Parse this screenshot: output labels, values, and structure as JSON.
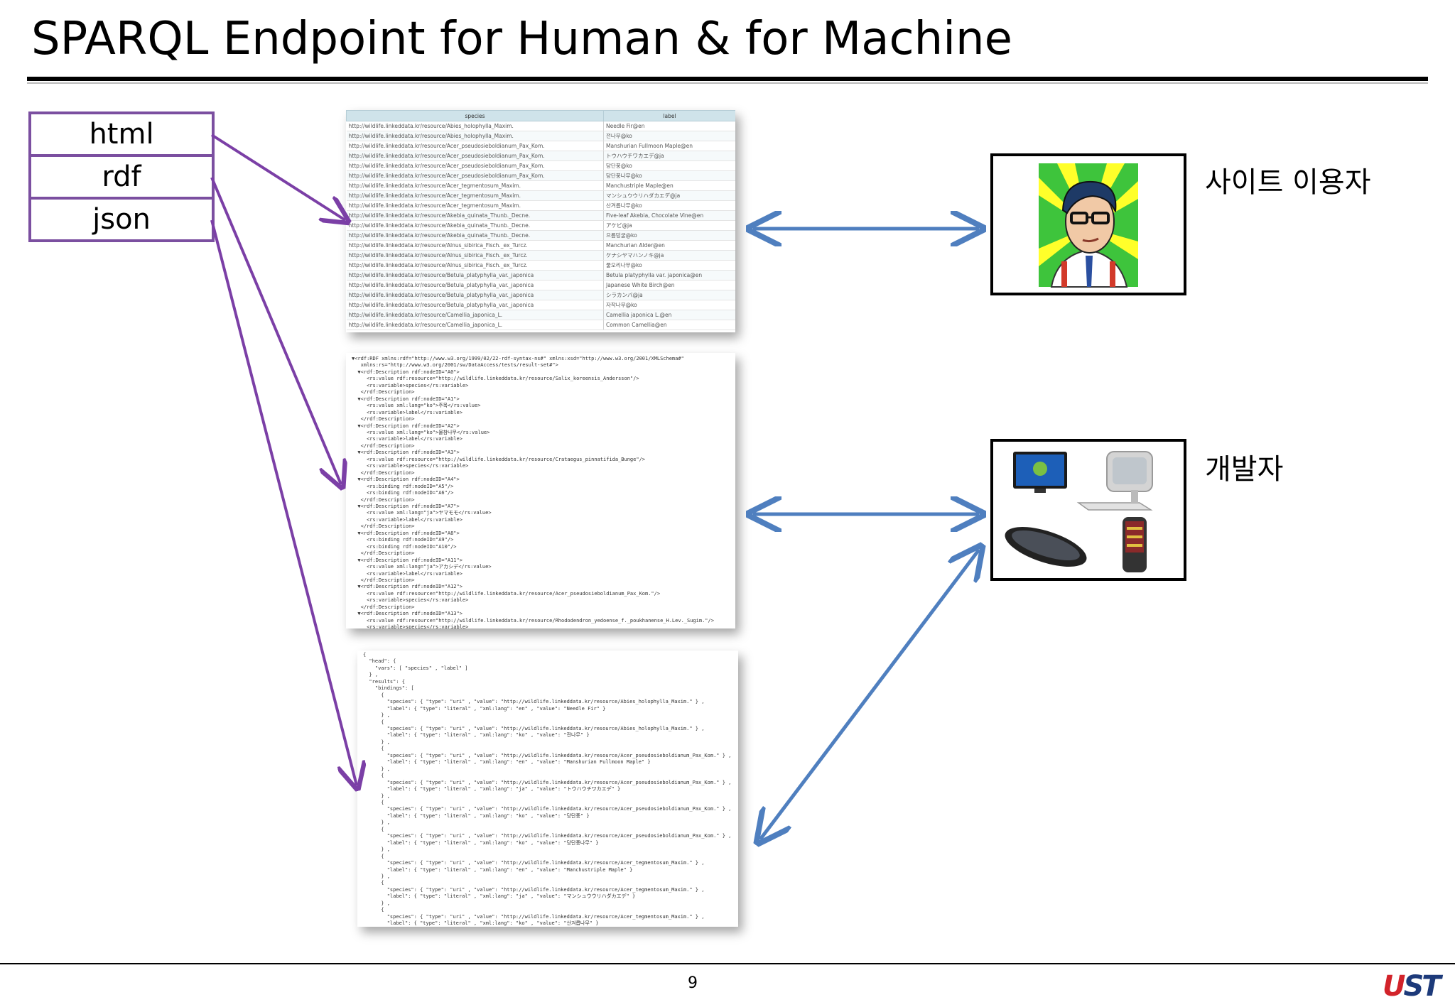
{
  "title": "SPARQL Endpoint for Human & for Machine",
  "formats": [
    "html",
    "rdf",
    "json"
  ],
  "html_table": {
    "headers": [
      "species",
      "label"
    ],
    "rows": [
      [
        "http://wildlife.linkeddata.kr/resource/Abies_holophylla_Maxim.",
        "Needle Fir@en"
      ],
      [
        "http://wildlife.linkeddata.kr/resource/Abies_holophylla_Maxim.",
        "전나무@ko"
      ],
      [
        "http://wildlife.linkeddata.kr/resource/Acer_pseudosieboldianum_Pax_Kom.",
        "Manshurian Fullmoon Maple@en"
      ],
      [
        "http://wildlife.linkeddata.kr/resource/Acer_pseudosieboldianum_Pax_Kom.",
        "トウハウチワカエデ@ja"
      ],
      [
        "http://wildlife.linkeddata.kr/resource/Acer_pseudosieboldianum_Pax_Kom.",
        "당단풍@ko"
      ],
      [
        "http://wildlife.linkeddata.kr/resource/Acer_pseudosieboldianum_Pax_Kom.",
        "당단풍나무@ko"
      ],
      [
        "http://wildlife.linkeddata.kr/resource/Acer_tegmentosum_Maxim.",
        "Manchustriple Maple@en"
      ],
      [
        "http://wildlife.linkeddata.kr/resource/Acer_tegmentosum_Maxim.",
        "マンシュウウリハダカエデ@ja"
      ],
      [
        "http://wildlife.linkeddata.kr/resource/Acer_tegmentosum_Maxim.",
        "산겨릅나무@ko"
      ],
      [
        "http://wildlife.linkeddata.kr/resource/Akebia_quinata_Thunb._Decne.",
        "Five-leaf Akebia, Chocolate Vine@en"
      ],
      [
        "http://wildlife.linkeddata.kr/resource/Akebia_quinata_Thunb._Decne.",
        "アケビ@ja"
      ],
      [
        "http://wildlife.linkeddata.kr/resource/Akebia_quinata_Thunb._Decne.",
        "으름덩굴@ko"
      ],
      [
        "http://wildlife.linkeddata.kr/resource/Alnus_sibirica_Fisch._ex_Turcz.",
        "Manchurian Alder@en"
      ],
      [
        "http://wildlife.linkeddata.kr/resource/Alnus_sibirica_Fisch._ex_Turcz.",
        "ケナシヤマハンノキ@ja"
      ],
      [
        "http://wildlife.linkeddata.kr/resource/Alnus_sibirica_Fisch._ex_Turcz.",
        "물오리나무@ko"
      ],
      [
        "http://wildlife.linkeddata.kr/resource/Betula_platyphylla_var._japonica",
        "Betula platyphylla var. japonica@en"
      ],
      [
        "http://wildlife.linkeddata.kr/resource/Betula_platyphylla_var._japonica",
        "Japanese White Birch@en"
      ],
      [
        "http://wildlife.linkeddata.kr/resource/Betula_platyphylla_var._japonica",
        "シラカンバ@ja"
      ],
      [
        "http://wildlife.linkeddata.kr/resource/Betula_platyphylla_var._japonica",
        "자작나무@ko"
      ],
      [
        "http://wildlife.linkeddata.kr/resource/Camellia_japonica_L.",
        "Camellia japonica L.@en"
      ],
      [
        "http://wildlife.linkeddata.kr/resource/Camellia_japonica_L.",
        "Common Camellia@en"
      ]
    ]
  },
  "rdf_code": "▼<rdf:RDF xmlns:rdf=\"http://www.w3.org/1999/02/22-rdf-syntax-ns#\" xmlns:xsd=\"http://www.w3.org/2001/XMLSchema#\"\n   xmlns:rs=\"http://www.w3.org/2001/sw/DataAccess/tests/result-set#\">\n  ▼<rdf:Description rdf:nodeID=\"A0\">\n     <rs:value rdf:resource=\"http://wildlife.linkeddata.kr/resource/Salix_koreensis_Andersson\"/>\n     <rs:variable>species</rs:variable>\n   </rdf:Description>\n  ▼<rdf:Description rdf:nodeID=\"A1\">\n     <rs:value xml:lang=\"ko\">주목</rs:value>\n     <rs:variable>label</rs:variable>\n   </rdf:Description>\n  ▼<rdf:Description rdf:nodeID=\"A2\">\n     <rs:value xml:lang=\"ko\">물참나무</rs:value>\n     <rs:variable>label</rs:variable>\n   </rdf:Description>\n  ▼<rdf:Description rdf:nodeID=\"A3\">\n     <rs:value rdf:resource=\"http://wildlife.linkeddata.kr/resource/Crataegus_pinnatifida_Bunge\"/>\n     <rs:variable>species</rs:variable>\n   </rdf:Description>\n  ▼<rdf:Description rdf:nodeID=\"A4\">\n     <rs:binding rdf:nodeID=\"A5\"/>\n     <rs:binding rdf:nodeID=\"A6\"/>\n   </rdf:Description>\n  ▼<rdf:Description rdf:nodeID=\"A7\">\n     <rs:value xml:lang=\"ja\">ヤマモモ</rs:value>\n     <rs:variable>label</rs:variable>\n   </rdf:Description>\n  ▼<rdf:Description rdf:nodeID=\"A8\">\n     <rs:binding rdf:nodeID=\"A9\"/>\n     <rs:binding rdf:nodeID=\"A10\"/>\n   </rdf:Description>\n  ▼<rdf:Description rdf:nodeID=\"A11\">\n     <rs:value xml:lang=\"ja\">アカシデ</rs:value>\n     <rs:variable>label</rs:variable>\n   </rdf:Description>\n  ▼<rdf:Description rdf:nodeID=\"A12\">\n     <rs:value rdf:resource=\"http://wildlife.linkeddata.kr/resource/Acer_pseudosieboldianum_Pax_Kom.\"/>\n     <rs:variable>species</rs:variable>\n   </rdf:Description>\n  ▼<rdf:Description rdf:nodeID=\"A13\">\n     <rs:value rdf:resource=\"http://wildlife.linkeddata.kr/resource/Rhododendron_yedoense_f._poukhanense_H.Lev._Sugim.\"/>\n     <rs:variable>species</rs:variable>",
  "json_code": "{\n  \"head\": {\n    \"vars\": [ \"species\" , \"label\" ]\n  } ,\n  \"results\": {\n    \"bindings\": [\n      {\n        \"species\": { \"type\": \"uri\" , \"value\": \"http://wildlife.linkeddata.kr/resource/Abies_holophylla_Maxim.\" } ,\n        \"label\": { \"type\": \"literal\" , \"xml:lang\": \"en\" , \"value\": \"Needle Fir\" }\n      } ,\n      {\n        \"species\": { \"type\": \"uri\" , \"value\": \"http://wildlife.linkeddata.kr/resource/Abies_holophylla_Maxim.\" } ,\n        \"label\": { \"type\": \"literal\" , \"xml:lang\": \"ko\" , \"value\": \"전나무\" }\n      } ,\n      {\n        \"species\": { \"type\": \"uri\" , \"value\": \"http://wildlife.linkeddata.kr/resource/Acer_pseudosieboldianum_Pax_Kom.\" } ,\n        \"label\": { \"type\": \"literal\" , \"xml:lang\": \"en\" , \"value\": \"Manshurian Fullmoon Maple\" }\n      } ,\n      {\n        \"species\": { \"type\": \"uri\" , \"value\": \"http://wildlife.linkeddata.kr/resource/Acer_pseudosieboldianum_Pax_Kom.\" } ,\n        \"label\": { \"type\": \"literal\" , \"xml:lang\": \"ja\" , \"value\": \"トウハウチワカエデ\" }\n      } ,\n      {\n        \"species\": { \"type\": \"uri\" , \"value\": \"http://wildlife.linkeddata.kr/resource/Acer_pseudosieboldianum_Pax_Kom.\" } ,\n        \"label\": { \"type\": \"literal\" , \"xml:lang\": \"ko\" , \"value\": \"당단풍\" }\n      } ,\n      {\n        \"species\": { \"type\": \"uri\" , \"value\": \"http://wildlife.linkeddata.kr/resource/Acer_pseudosieboldianum_Pax_Kom.\" } ,\n        \"label\": { \"type\": \"literal\" , \"xml:lang\": \"ko\" , \"value\": \"당단풍나무\" }\n      } ,\n      {\n        \"species\": { \"type\": \"uri\" , \"value\": \"http://wildlife.linkeddata.kr/resource/Acer_tegmentosum_Maxim.\" } ,\n        \"label\": { \"type\": \"literal\" , \"xml:lang\": \"en\" , \"value\": \"Manchustriple Maple\" }\n      } ,\n      {\n        \"species\": { \"type\": \"uri\" , \"value\": \"http://wildlife.linkeddata.kr/resource/Acer_tegmentosum_Maxim.\" } ,\n        \"label\": { \"type\": \"literal\" , \"xml:lang\": \"ja\" , \"value\": \"マンシュウウリハダカエデ\" }\n      } ,\n      {\n        \"species\": { \"type\": \"uri\" , \"value\": \"http://wildlife.linkeddata.kr/resource/Acer_tegmentosum_Maxim.\" } ,\n        \"label\": { \"type\": \"literal\" , \"xml:lang\": \"ko\" , \"value\": \"산겨릅나무\" }\n      } ,",
  "roles": {
    "human": "사이트 이용자",
    "developer": "개발자"
  },
  "page_number": "9",
  "logo": {
    "part1": "U",
    "part2": "ST"
  },
  "colors": {
    "format_border": "#7b4fa0",
    "format_arrow": "#7b3fa6",
    "role_arrow": "#4f7fbf"
  },
  "icons": [
    "human-user-icon",
    "tv-device-icon",
    "desktop-computer-icon",
    "smartphone-icon",
    "mobile-phone-icon"
  ]
}
